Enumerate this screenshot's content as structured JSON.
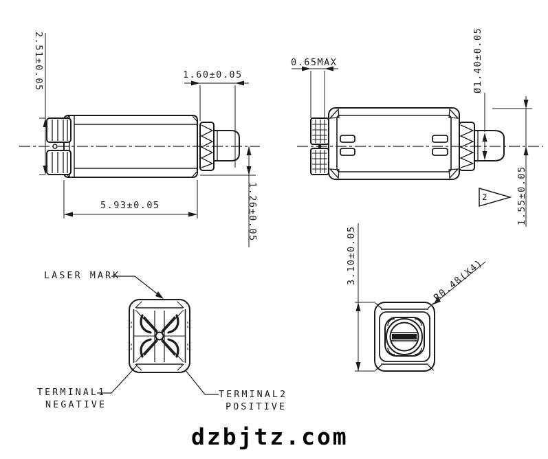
{
  "drawing": {
    "dimensions": {
      "terminal_height": "2.51±0.05",
      "shaft_length": "1.60±0.05",
      "terminal_thickness_max": "0.65MAX",
      "pin_diameter": "Ø1.40±0.05",
      "body_length": "5.93±0.05",
      "center_to_bottom": "1.26±0.05",
      "center_to_top": "1.55±0.05",
      "face_height": "3.10±0.05",
      "corner_radius": "R0.48(X4)"
    },
    "labels": {
      "laser_mark": "LASER MARK",
      "terminal1_line1": "TERMINAL1",
      "terminal1_line2": "NEGATIVE",
      "terminal2_line1": "TERMINAL2",
      "terminal2_line2": "POSITIVE",
      "flag_note": "2"
    },
    "watermark": "dzbjtz.com",
    "colors": {
      "line": "#1a1a1a",
      "background": "#ffffff"
    }
  }
}
